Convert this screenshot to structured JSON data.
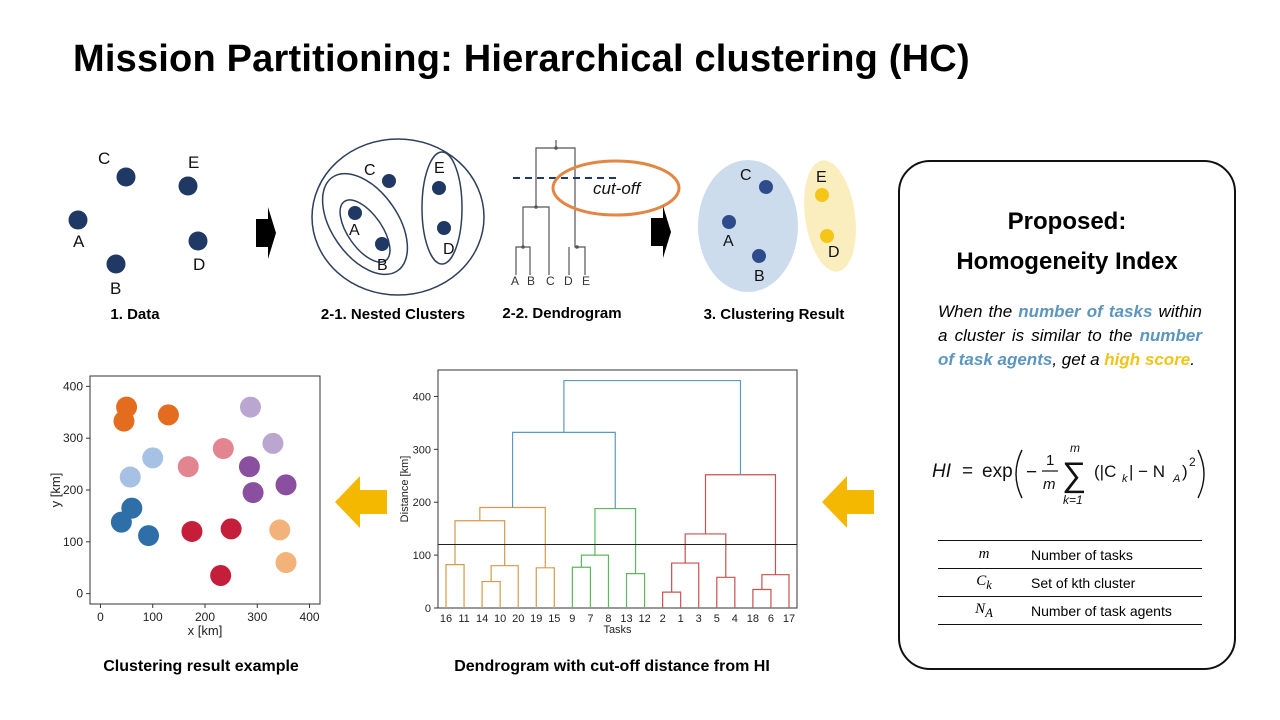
{
  "title": "Mission Partitioning: Hierarchical clustering (HC)",
  "steps": {
    "data": {
      "caption": "1. Data",
      "points": [
        "A",
        "B",
        "C",
        "D",
        "E"
      ]
    },
    "nested": {
      "caption": "2-1. Nested Clusters"
    },
    "dendrogram": {
      "caption": "2-2. Dendrogram",
      "cutoff_label": "cut-off",
      "leaves": [
        "A",
        "B",
        "C",
        "D",
        "E"
      ]
    },
    "result": {
      "caption": "3. Clustering Result"
    }
  },
  "bottom": {
    "scatter_caption": "Clustering result example",
    "dendro_caption": "Dendrogram with cut-off distance from HI"
  },
  "panel": {
    "title_line1": "Proposed:",
    "title_line2": "Homogeneity Index",
    "desc": {
      "t1": "When the ",
      "h1": "number of tasks",
      "t2": " within a cluster is similar to the ",
      "h2": "number of task agents",
      "t3": ", get a ",
      "h3": "high score",
      "t4": "."
    },
    "formula": "HI = exp(−(1/m) Σ_{k=1}^{m} (|C_k| − N_A)²)",
    "formula_parts": {
      "lhs": "HI",
      "eq": "=",
      "exp": "exp",
      "one": "1",
      "m": "m",
      "sum_top": "m",
      "sum_bottom": "k=1",
      "body": "(|C",
      "k": "k",
      "minus": "| − N",
      "a": "A",
      "close": ")",
      "two": "2"
    },
    "legend": [
      {
        "symbol": "m",
        "description": "Number of tasks"
      },
      {
        "symbol": "C_k",
        "description": "Set of kth cluster"
      },
      {
        "symbol": "N_A",
        "description": "Number of task agents"
      }
    ]
  },
  "colors": {
    "dark_blue": "#1f3864",
    "orange": "#ed7d31",
    "light_blue_fill": "#cddcec",
    "light_yellow_fill": "#fbeebe",
    "yellow": "#f5c518",
    "arrow_gold": "#f5b800",
    "accent_blue": "#5b95c0"
  },
  "chart_data": [
    {
      "type": "scatter",
      "xlabel": "x [km]",
      "ylabel": "y [km]",
      "xlim": [
        -20,
        420
      ],
      "ylim": [
        -20,
        420
      ],
      "xticks": [
        0,
        100,
        200,
        300,
        400
      ],
      "yticks": [
        0,
        100,
        200,
        300,
        400
      ],
      "points": [
        {
          "x": 50,
          "y": 360,
          "color": "#e46c1e"
        },
        {
          "x": 45,
          "y": 333,
          "color": "#e46c1e"
        },
        {
          "x": 130,
          "y": 345,
          "color": "#e46c1e"
        },
        {
          "x": 57,
          "y": 225,
          "color": "#a6c1e3"
        },
        {
          "x": 100,
          "y": 262,
          "color": "#a6c1e3"
        },
        {
          "x": 60,
          "y": 165,
          "color": "#2f6fa7"
        },
        {
          "x": 40,
          "y": 138,
          "color": "#2f6fa7"
        },
        {
          "x": 92,
          "y": 112,
          "color": "#2f6fa7"
        },
        {
          "x": 168,
          "y": 245,
          "color": "#e38590"
        },
        {
          "x": 235,
          "y": 280,
          "color": "#e38590"
        },
        {
          "x": 287,
          "y": 360,
          "color": "#bba6d0"
        },
        {
          "x": 330,
          "y": 290,
          "color": "#bba6d0"
        },
        {
          "x": 285,
          "y": 245,
          "color": "#8a4f9e"
        },
        {
          "x": 292,
          "y": 195,
          "color": "#8a4f9e"
        },
        {
          "x": 355,
          "y": 210,
          "color": "#8a4f9e"
        },
        {
          "x": 175,
          "y": 120,
          "color": "#c41e3a"
        },
        {
          "x": 250,
          "y": 125,
          "color": "#c41e3a"
        },
        {
          "x": 230,
          "y": 35,
          "color": "#c41e3a"
        },
        {
          "x": 343,
          "y": 123,
          "color": "#f2b27a"
        },
        {
          "x": 355,
          "y": 60,
          "color": "#f2b27a"
        }
      ]
    },
    {
      "type": "dendrogram",
      "xlabel": "Tasks",
      "ylabel": "Distance [km]",
      "ylim": [
        0,
        450
      ],
      "yticks": [
        0,
        100,
        200,
        300,
        400
      ],
      "cutoff": 120,
      "leaves": [
        "16",
        "11",
        "14",
        "10",
        "20",
        "19",
        "15",
        "9",
        "7",
        "8",
        "13",
        "12",
        "2",
        "1",
        "3",
        "5",
        "4",
        "18",
        "6",
        "17"
      ],
      "merges": [
        {
          "a": 1,
          "b": 2,
          "h": 82,
          "ya": 0,
          "yb": 0,
          "color": "#d59a4a"
        },
        {
          "a": 3,
          "b": 4,
          "h": 50,
          "ya": 0,
          "yb": 0,
          "color": "#d59a4a"
        },
        {
          "a": 3.5,
          "b": 5,
          "h": 80,
          "ya": 50,
          "yb": 0,
          "color": "#d59a4a"
        },
        {
          "a": 1.5,
          "b": 4.25,
          "h": 165,
          "ya": 82,
          "yb": 80,
          "color": "#d59a4a"
        },
        {
          "a": 6,
          "b": 7,
          "h": 76,
          "ya": 0,
          "yb": 0,
          "color": "#d59a4a"
        },
        {
          "a": 2.875,
          "b": 6.5,
          "h": 190,
          "ya": 165,
          "yb": 76,
          "color": "#d59a4a"
        },
        {
          "a": 8,
          "b": 9,
          "h": 77,
          "ya": 0,
          "yb": 0,
          "color": "#5cb85c"
        },
        {
          "a": 8.5,
          "b": 10,
          "h": 100,
          "ya": 77,
          "yb": 0,
          "color": "#5cb85c"
        },
        {
          "a": 11,
          "b": 12,
          "h": 65,
          "ya": 0,
          "yb": 0,
          "color": "#5cb85c"
        },
        {
          "a": 9.25,
          "b": 11.5,
          "h": 188,
          "ya": 100,
          "yb": 65,
          "color": "#5cb85c"
        },
        {
          "a": 4.6875,
          "b": 10.375,
          "h": 332,
          "ya": 190,
          "yb": 188,
          "color": "#5a9bbd"
        },
        {
          "a": 13,
          "b": 14,
          "h": 30,
          "ya": 0,
          "yb": 0,
          "color": "#c9514f"
        },
        {
          "a": 13.5,
          "b": 15,
          "h": 85,
          "ya": 30,
          "yb": 0,
          "color": "#c9514f"
        },
        {
          "a": 16,
          "b": 17,
          "h": 58,
          "ya": 0,
          "yb": 0,
          "color": "#c9514f"
        },
        {
          "a": 14.25,
          "b": 16.5,
          "h": 140,
          "ya": 85,
          "yb": 58,
          "color": "#c9514f"
        },
        {
          "a": 18,
          "b": 19,
          "h": 35,
          "ya": 0,
          "yb": 0,
          "color": "#c9514f"
        },
        {
          "a": 18.5,
          "b": 20,
          "h": 63,
          "ya": 35,
          "yb": 0,
          "color": "#c9514f"
        },
        {
          "a": 15.375,
          "b": 19.25,
          "h": 252,
          "ya": 140,
          "yb": 63,
          "color": "#c9514f"
        },
        {
          "a": 7.53125,
          "b": 17.3125,
          "h": 430,
          "ya": 332,
          "yb": 252,
          "color": "#5a9bbd"
        }
      ]
    }
  ]
}
